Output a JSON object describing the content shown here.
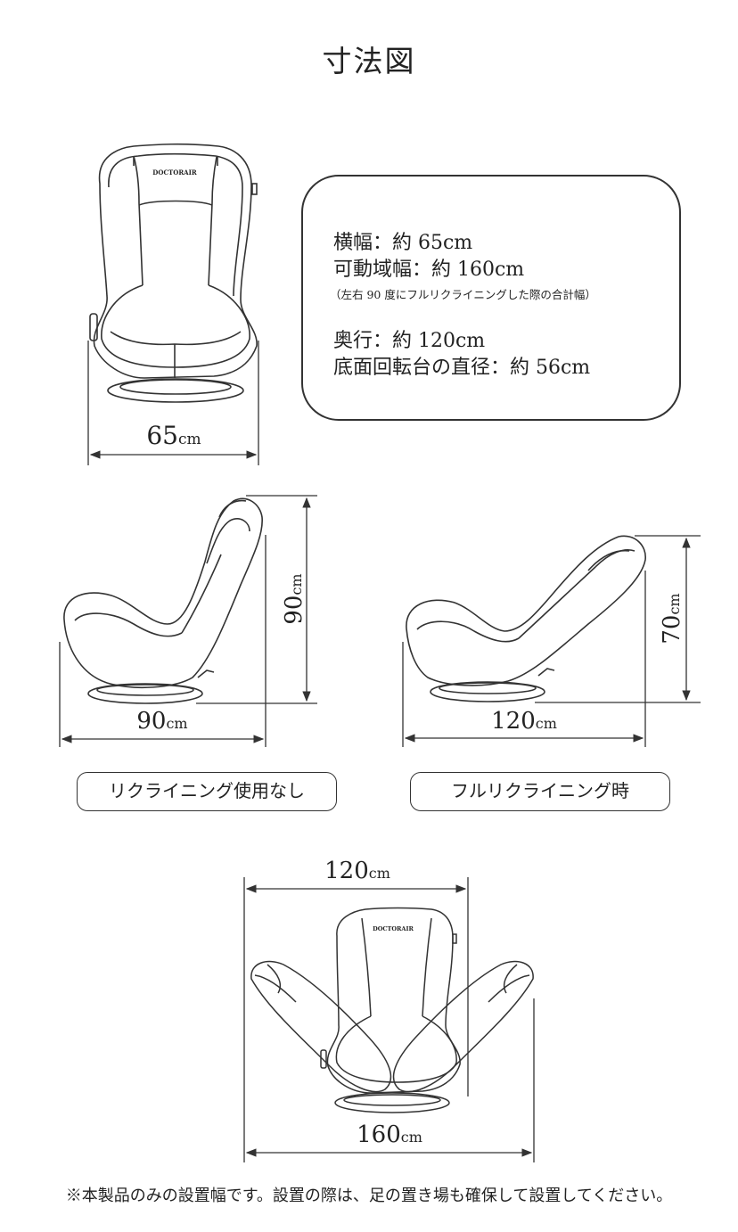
{
  "title": "寸法図",
  "specs": {
    "width": "横幅：約 65cm",
    "movable_width": "可動域幅：約 160cm",
    "movable_note": "（左右 90 度にフルリクライニングした際の合計幅）",
    "depth": "奥行：約 120cm",
    "base_diameter": "底面回転台の直径：約 56cm"
  },
  "brand_logo": "DOCTORAIR",
  "front_view": {
    "width_value": "65",
    "width_unit": "cm"
  },
  "side_upright": {
    "height_value": "90",
    "height_unit": "cm",
    "depth_value": "90",
    "depth_unit": "cm",
    "caption": "リクライニング使用なし"
  },
  "side_reclined": {
    "height_value": "70",
    "height_unit": "cm",
    "depth_value": "120",
    "depth_unit": "cm",
    "caption": "フルリクライニング時"
  },
  "top_rotation": {
    "depth_value": "120",
    "depth_unit": "cm",
    "span_value": "160",
    "span_unit": "cm"
  },
  "footnote": "※本製品のみの設置幅です。設置の際は、足の置き場も確保して設置してください。",
  "colors": {
    "line": "#333333",
    "text": "#222222",
    "background": "#ffffff"
  }
}
